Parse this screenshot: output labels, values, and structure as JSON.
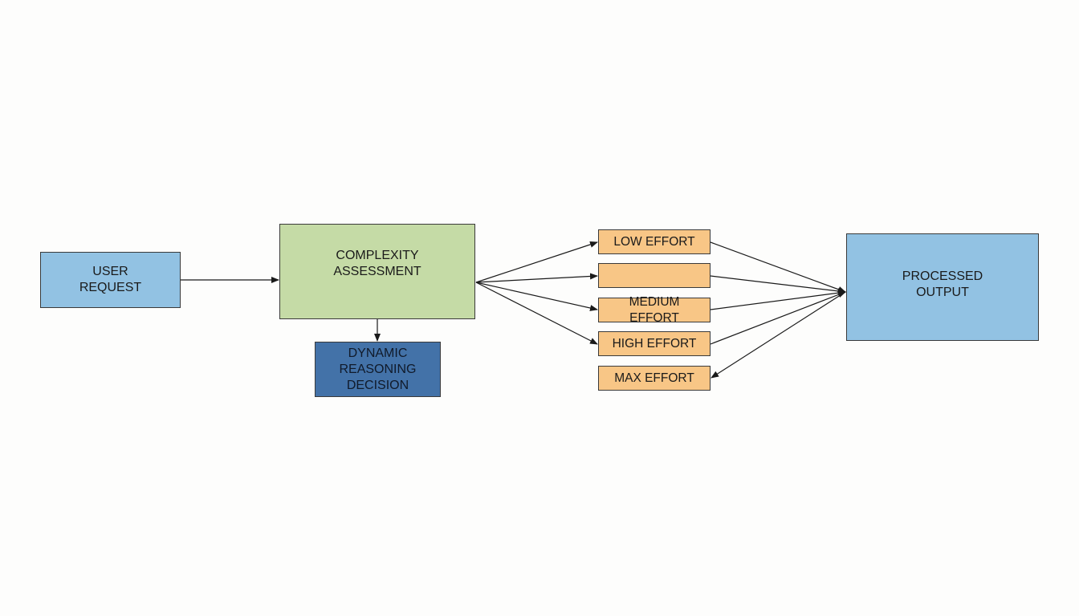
{
  "diagram": {
    "nodes": {
      "user_request": {
        "label": "USER\nREQUEST",
        "color": "#92c2e3"
      },
      "complexity_assessment": {
        "label": "COMPLEXITY\nASSESSMENT",
        "color": "#c5dba6"
      },
      "dynamic_reasoning": {
        "label": "DYNAMIC\nREASONING\nDECISION",
        "color": "#4372a8"
      },
      "low_effort": {
        "label": "LOW EFFORT",
        "color": "#f8c686"
      },
      "unlabeled_effort": {
        "label": "",
        "color": "#f8c686"
      },
      "medium_effort": {
        "label": "MEDIUM EFFORT",
        "color": "#f8c686"
      },
      "high_effort": {
        "label": "HIGH EFFORT",
        "color": "#f8c686"
      },
      "max_effort": {
        "label": "MAX EFFORT",
        "color": "#f8c686"
      },
      "processed_output": {
        "label": "PROCESSED\nOUTPUT",
        "color": "#92c2e3"
      }
    },
    "edges": [
      {
        "from": "user_request",
        "to": "complexity_assessment"
      },
      {
        "from": "complexity_assessment",
        "to": "dynamic_reasoning"
      },
      {
        "from": "complexity_assessment",
        "to": "low_effort"
      },
      {
        "from": "complexity_assessment",
        "to": "unlabeled_effort"
      },
      {
        "from": "complexity_assessment",
        "to": "medium_effort"
      },
      {
        "from": "complexity_assessment",
        "to": "high_effort"
      },
      {
        "from": "low_effort",
        "to": "processed_output"
      },
      {
        "from": "unlabeled_effort",
        "to": "processed_output"
      },
      {
        "from": "medium_effort",
        "to": "processed_output"
      },
      {
        "from": "high_effort",
        "to": "processed_output"
      },
      {
        "from": "processed_output",
        "to": "max_effort"
      }
    ]
  }
}
